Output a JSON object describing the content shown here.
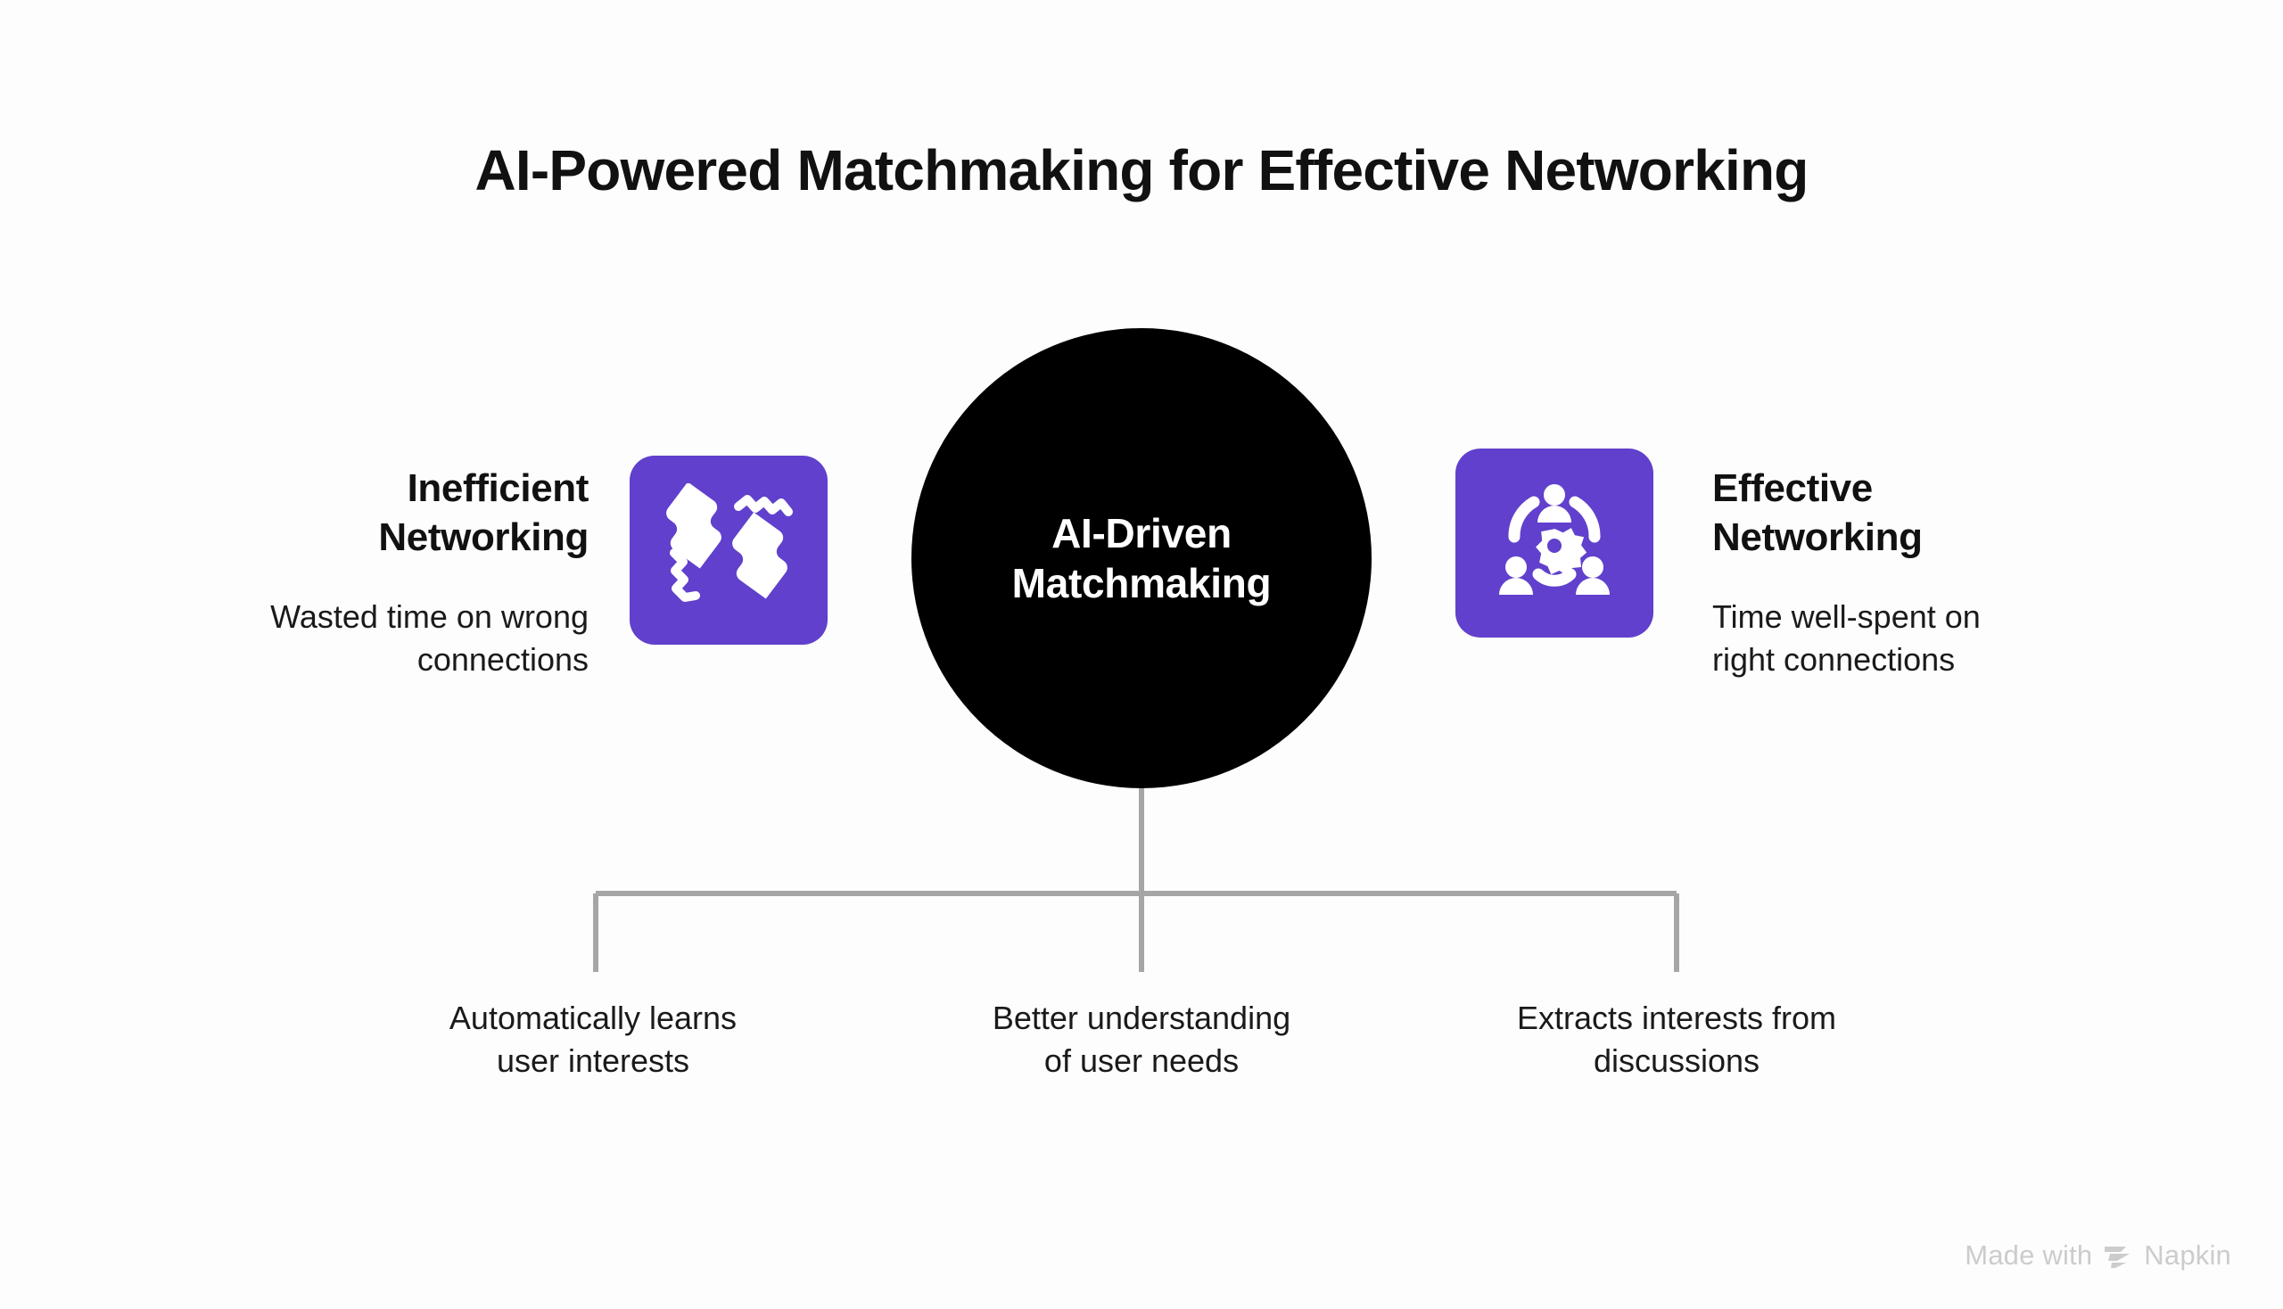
{
  "page": {
    "title": "AI-Powered Matchmaking for Effective Networking",
    "background_color": "#fdfdfd"
  },
  "colors": {
    "accent_purple": "#6040cc",
    "center_fill": "#000000",
    "center_text": "#ffffff",
    "text": "#111111",
    "connector_line": "#a6a6a6",
    "watermark": "#cccccc"
  },
  "center": {
    "label_line1": "AI-Driven",
    "label_line2": "Matchmaking",
    "icon": "black-circle-node"
  },
  "left_branch": {
    "icon": "broken-puzzle-icon",
    "heading_line1": "Inefficient",
    "heading_line2": "Networking",
    "subtext_line1": "Wasted time on wrong",
    "subtext_line2": "connections"
  },
  "right_branch": {
    "icon": "team-gear-network-icon",
    "heading_line1": "Effective",
    "heading_line2": "Networking",
    "subtext_line1": "Time well-spent on",
    "subtext_line2": "right connections"
  },
  "leaves": [
    {
      "line1": "Automatically learns",
      "line2": "user interests"
    },
    {
      "line1": "Better understanding",
      "line2": "of user needs"
    },
    {
      "line1": "Extracts interests from",
      "line2": "discussions"
    }
  ],
  "watermark": {
    "prefix": "Made with",
    "brand": "Napkin",
    "icon": "napkin-logo-icon"
  },
  "chart_data": {
    "type": "diagram",
    "diagram_kind": "hub-and-spoke with comparison wings",
    "hub": "AI-Driven Matchmaking",
    "wings": [
      {
        "side": "left",
        "title": "Inefficient Networking",
        "detail": "Wasted time on wrong connections"
      },
      {
        "side": "right",
        "title": "Effective Networking",
        "detail": "Time well-spent on right connections"
      }
    ],
    "children": [
      "Automatically learns user interests",
      "Better understanding of user needs",
      "Extracts interests from discussions"
    ]
  }
}
